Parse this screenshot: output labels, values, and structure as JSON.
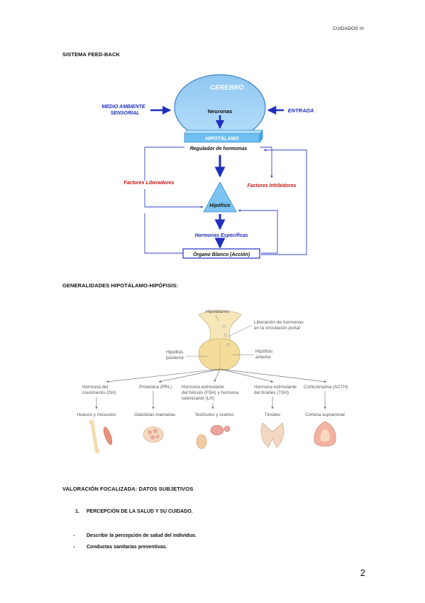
{
  "header": {
    "running_title": "CUIDADOS III"
  },
  "section1": {
    "title": "SISTEMA FEED-BACK",
    "diagram": {
      "cerebro": "CEREBRO",
      "neuronas": "Neuronas",
      "medio_line1": "MEDIO AMBIENTE",
      "medio_line2": "SENSORIAL",
      "entrada": "ENTRADA",
      "hipotalamo": "HIPOTÁLAMO",
      "regulador": "Regulador de hormonas",
      "factores_liberadores": "Factores Liberadores",
      "factores_inhibidores": "Factores Inhibidores",
      "hipofisis": "Hipófisis",
      "hormonas_especificas": "Hormonas Específicas",
      "organo_blanco": "Órgano Blanco (Acción)"
    }
  },
  "section2": {
    "title": "GENERALIDADES HIPOTÁLAMO-HIPÓFISIS:",
    "figure": {
      "hipotalamo": "Hipotálamo",
      "liberacion_l1": "Liberación de hormonas",
      "liberacion_l2": "en la circulación portal",
      "hip_post_l1": "Hipófisis",
      "hip_post_l2": "posterior",
      "hip_ant_l1": "Hipófisis",
      "hip_ant_l2": "anterior",
      "hormones": [
        {
          "l1": "Hormona del",
          "l2": "crecimiento (GH)",
          "l3": "",
          "target": "Huesos y músculos"
        },
        {
          "l1": "Prolactina (PRL)",
          "l2": "",
          "l3": "",
          "target": "Glándulas mamarias"
        },
        {
          "l1": "Hormona estimulante",
          "l2": "del folículo (FSH) y hormona",
          "l3": "luteinizante (LH)",
          "target": "Testículos y ovarios"
        },
        {
          "l1": "Hormona estimulante",
          "l2": "del tiroides (TSH)",
          "l3": "",
          "target": "Tiroides"
        },
        {
          "l1": "Corticotropina (ACTH)",
          "l2": "",
          "l3": "",
          "target": "Corteza suprarrenal"
        }
      ]
    }
  },
  "section3": {
    "title": "VALORACIÓN FOCALIZADA: DATOS SUBJETIVOS",
    "item_number": "1.",
    "item_title": "PERCEPCIÓN DE LA SALUD Y SU CUIDADO.",
    "bullets": [
      {
        "marker": "-",
        "text": "Describir la percepción de salud del individuo."
      },
      {
        "marker": "-",
        "text": "Conductas sanitarias preventivas."
      }
    ]
  },
  "footer": {
    "page_number": "2"
  }
}
